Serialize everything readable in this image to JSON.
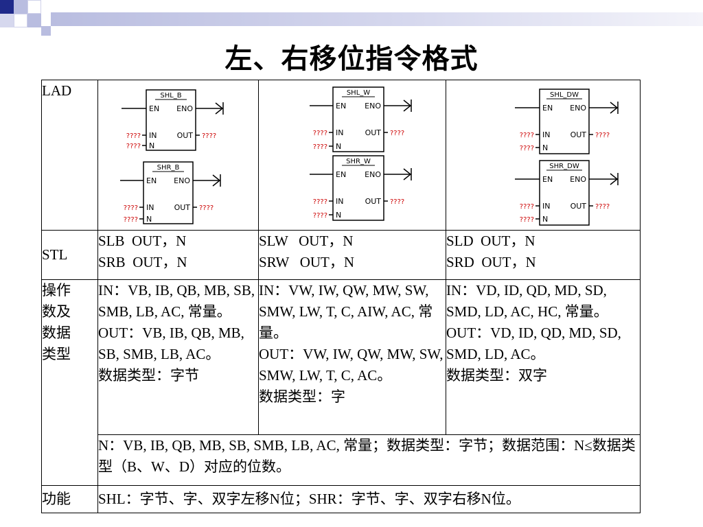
{
  "title": "左、右移位指令格式",
  "colors": {
    "accent": "#1f2a8a",
    "band": "#c8cbe6",
    "placeholder": "#cc0000"
  },
  "row_labels": {
    "lad": "LAD",
    "stl": "STL",
    "operands": [
      "操作",
      "数及",
      "数据",
      "类型"
    ],
    "function": "功能"
  },
  "lad_boxes": {
    "byte": {
      "top": {
        "name": "SHL_B",
        "en": "EN",
        "eno": "ENO",
        "in": "IN",
        "out": "OUT",
        "n": "N",
        "in_val": "????",
        "out_val": "????",
        "n_val": "????"
      },
      "bottom": {
        "name": "SHR_B",
        "en": "EN",
        "eno": "ENO",
        "in": "IN",
        "out": "OUT",
        "n": "N",
        "in_val": "????",
        "out_val": "????",
        "n_val": "????"
      }
    },
    "word": {
      "top": {
        "name": "SHL_W",
        "en": "EN",
        "eno": "ENO",
        "in": "IN",
        "out": "OUT",
        "n": "N",
        "in_val": "????",
        "out_val": "????",
        "n_val": "????"
      },
      "bottom": {
        "name": "SHR_W",
        "en": "EN",
        "eno": "ENO",
        "in": "IN",
        "out": "OUT",
        "n": "N",
        "in_val": "????",
        "out_val": "????",
        "n_val": "????"
      }
    },
    "dword": {
      "top": {
        "name": "SHL_DW",
        "en": "EN",
        "eno": "ENO",
        "in": "IN",
        "out": "OUT",
        "n": "N",
        "in_val": "????",
        "out_val": "????",
        "n_val": "????"
      },
      "bottom": {
        "name": "SHR_DW",
        "en": "EN",
        "eno": "ENO",
        "in": "IN",
        "out": "OUT",
        "n": "N",
        "in_val": "????",
        "out_val": "????",
        "n_val": "????"
      }
    }
  },
  "stl": {
    "byte": [
      "SLB  OUT，N",
      "SRB  OUT，N"
    ],
    "word": [
      "SLW   OUT，N",
      "SRW   OUT，N"
    ],
    "dword": [
      "SLD  OUT，N",
      "SRD  OUT，N"
    ]
  },
  "operands": {
    "byte": {
      "in": "IN：VB, IB, QB, MB, SB, SMB, LB, AC, 常量。",
      "out": "OUT：VB, IB, QB, MB, SB, SMB, LB, AC。",
      "type": "数据类型：字节"
    },
    "word": {
      "in": "IN：VW, IW, QW, MW, SW, SMW, LW, T, C, AIW, AC, 常量。",
      "out": "OUT：VW, IW, QW, MW, SW, SMW, LW, T, C, AC。",
      "type": "数据类型：字"
    },
    "dword": {
      "in": "IN：VD, ID, QD, MD, SD, SMD, LD, AC, HC, 常量。",
      "out": "OUT：VD, ID, QD, MD, SD, SMD, LD, AC。",
      "type": "数据类型：双字"
    },
    "n_note": "N：VB, IB, QB, MB, SB, SMB, LB, AC, 常量；数据类型：字节；数据范围：N≤数据类型（B、W、D）对应的位数。"
  },
  "function": "SHL：字节、字、双字左移N位；SHR：字节、字、双字右移N位。"
}
